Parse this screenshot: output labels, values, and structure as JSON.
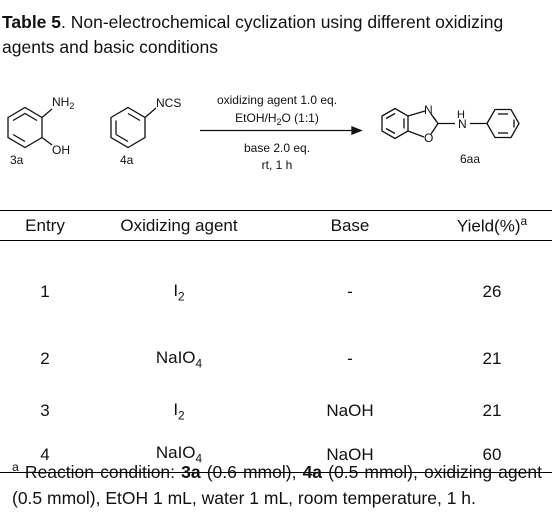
{
  "title": {
    "label": "Table 5",
    "text": ". Non-electrochemical cyclization using different oxidizing agents and basic conditions"
  },
  "scheme": {
    "reactant1_group_top": "NH",
    "reactant1_group_top_sub": "2",
    "reactant1_group_bottom": "OH",
    "reactant1_label": "3a",
    "reactant2_group": "NCS",
    "reactant2_label": "4a",
    "conditions_above_1": "oxidizing agent 1.0 eq.",
    "conditions_above_2_a": "EtOH/H",
    "conditions_above_2_sub": "2",
    "conditions_above_2_b": "O (1:1)",
    "conditions_below_1": "base 2.0 eq.",
    "conditions_below_2": "rt, 1 h",
    "product_label": "6aa",
    "atom_n": "N",
    "atom_o": "O",
    "atom_h": "H",
    "atom_nh_n": "N"
  },
  "table": {
    "headers": {
      "entry": "Entry",
      "oxidizing_agent": "Oxidizing agent",
      "base": "Base",
      "yield": "Yield(%)",
      "yield_sup": "a"
    },
    "rows": [
      {
        "entry": "1",
        "agent": "I",
        "agent_sub": "2",
        "base": "-",
        "yield": "26"
      },
      {
        "entry": "2",
        "agent": "NaIO",
        "agent_sub": "4",
        "base": "-",
        "yield": "21"
      },
      {
        "entry": "3",
        "agent": "I",
        "agent_sub": "2",
        "base": "NaOH",
        "yield": "21"
      },
      {
        "entry": "4",
        "agent": "NaIO",
        "agent_sub": "4",
        "base": "NaOH",
        "yield": "60"
      }
    ]
  },
  "footnote": {
    "sup": "a",
    "t1": " Reaction condition: ",
    "b1": "3a",
    "t2": " (0.6 mmol), ",
    "b2": "4a",
    "t3": " (0.5 mmol), oxidizing agent (0.5 mmol), EtOH 1 mL, water 1 mL, room temperature, 1 h."
  }
}
